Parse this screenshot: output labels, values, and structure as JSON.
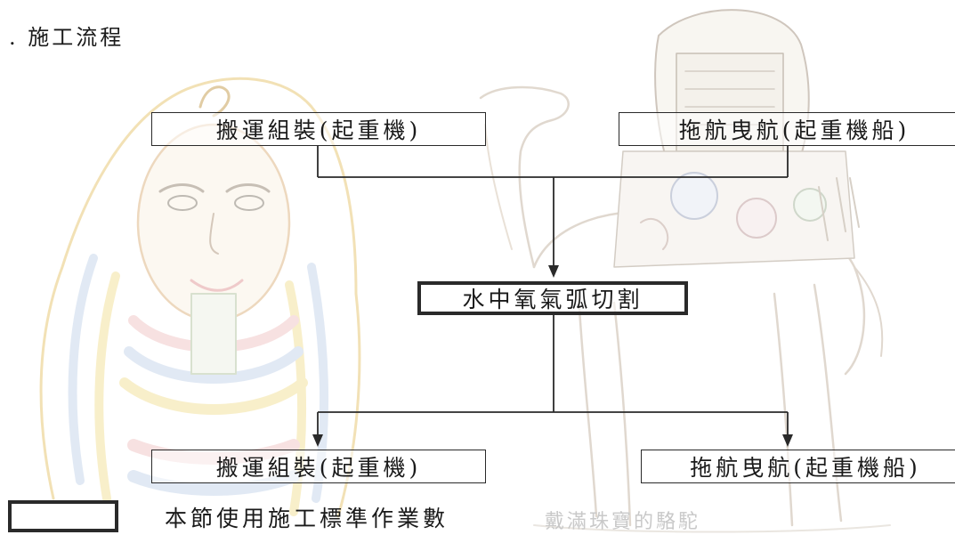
{
  "heading": ". 施工流程",
  "flow": {
    "top_left": "搬運組裝(起重機)",
    "top_right": "拖航曳航(起重機船)",
    "center": "水中氧氣弧切割",
    "bottom_left": "搬運組裝(起重機)",
    "bottom_right": "拖航曳航(起重機船)"
  },
  "legend": {
    "label": "本節使用施工標準作業數"
  },
  "artwork": {
    "caption": "戴滿珠寶的駱駝",
    "palette": {
      "ink": "#2a2a2a",
      "art_yellow": "#f3e2a0",
      "art_blue": "#c9d8ec",
      "art_pink": "#f2c9c9",
      "art_gray": "#d6d2cc"
    }
  }
}
